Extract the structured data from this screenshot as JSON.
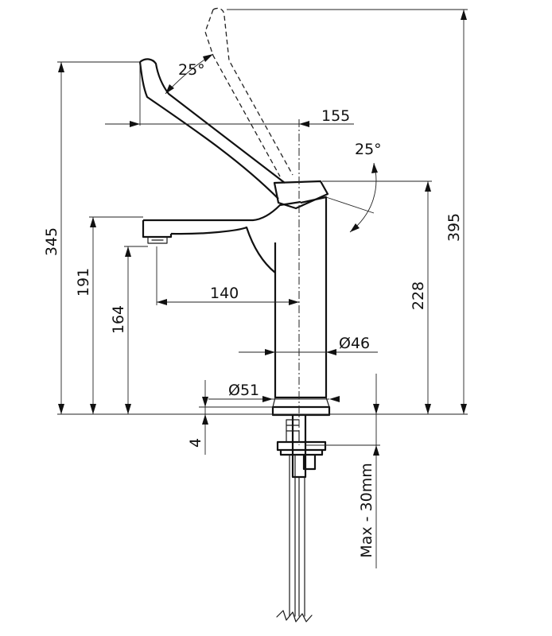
{
  "dimensions": {
    "height_345": "345",
    "height_191": "191",
    "height_164": "164",
    "height_395": "395",
    "height_228": "228",
    "reach_155": "155",
    "reach_140": "140",
    "angle_lever": "25°",
    "angle_body": "25°",
    "dia_body": "Ø46",
    "dia_base": "Ø51",
    "base_thickness": "4",
    "counter_max": "Max - 30mm"
  }
}
